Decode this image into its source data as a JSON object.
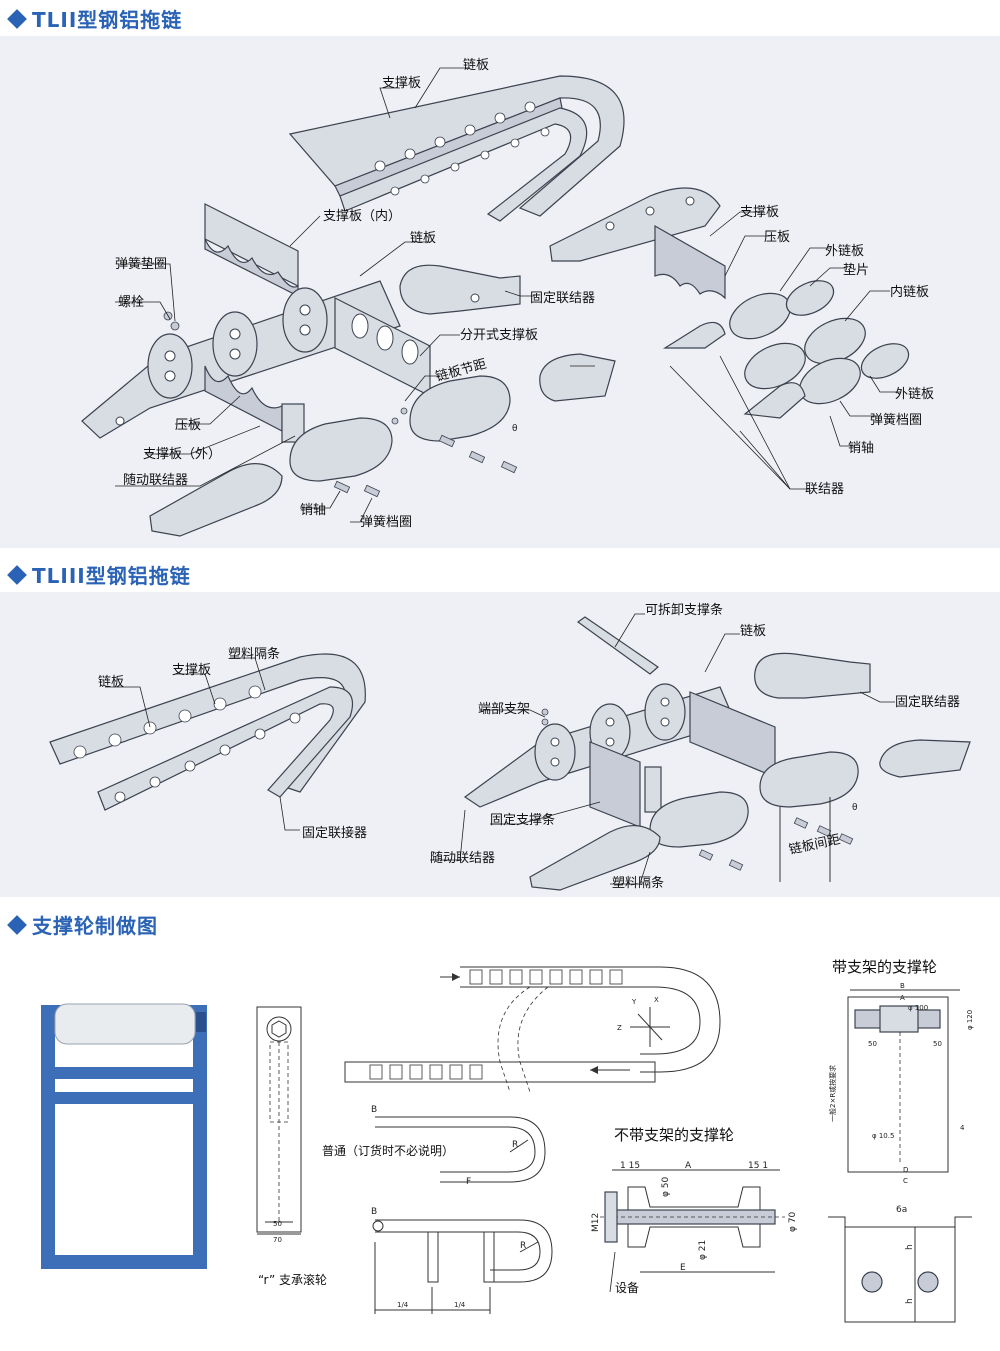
{
  "sections": {
    "tl2": {
      "title": "TLII型钢铝拖链",
      "labels": {
        "lianban_top": "链板",
        "zhichengban_top": "支撑板",
        "zhichengban_nei": "支撑板（内）",
        "lianban_mid": "链板",
        "tanhuangdianquan": "弹簧垫圈",
        "luoshuan": "螺栓",
        "guding_lianjieqi": "固定联结器",
        "fenkaishi_zhichengban": "分开式支撑板",
        "lianban_jieju": "链板节距",
        "yaban": "压板",
        "zhichengban_wai": "支撑板（外）",
        "suidong_lianjieqi": "随动联结器",
        "xiaozhou": "销轴",
        "tanhuang_dangquan": "弹簧档圈",
        "zhichengban_r": "支撑板",
        "yaban_r": "压板",
        "wai_lianban": "外链板",
        "dianpian": "垫片",
        "nei_lianban": "内链板",
        "wai_lianban2": "外链板",
        "tanhuang_dangquan_r": "弹簧档圈",
        "xiaozhou_r": "销轴",
        "lianjieqi": "联结器",
        "theta": "θ"
      }
    },
    "tl3": {
      "title": "TLIII型钢铝拖链",
      "labels": {
        "lianban": "链板",
        "zhichengban": "支撑板",
        "suliao_getiao": "塑料隔条",
        "guding_lianjieqi": "固定联接器",
        "kechaixie_zhichengtiao": "可拆卸支撑条",
        "lianban_r": "链板",
        "duanbu_zhijia": "端部支架",
        "guding_lianjieqi_r": "固定联结器",
        "guding_zhichengtiao": "固定支撑条",
        "suidong_lianjieqi": "随动联结器",
        "suliao_getiao_r": "塑料隔条",
        "lianban_jianju": "链板间距",
        "theta": "θ"
      }
    },
    "wheel": {
      "title": "支撑轮制做图",
      "labels": {
        "with_bracket": "带支架的支撑轮",
        "without_bracket": "不带支架的支撑轮",
        "normal": "普通（订货时不必说明）",
        "r_roller": "“r” 支承滚轮",
        "equipment": "设备",
        "dim_50": "50",
        "dim_70": "70",
        "dim_B": "B",
        "dim_F": "F",
        "dim_R": "R",
        "dim_R2": "R",
        "dim_B2": "B",
        "dim_quarter1": "1/4",
        "dim_quarter2": "1/4",
        "dim_A": "A",
        "dim_E": "E",
        "dim_15a": "1  15",
        "dim_15b": "15  1",
        "dim_phi50": "φ 50",
        "dim_phi21": "φ 21",
        "dim_phi70": "φ 70",
        "dim_M12": "M12",
        "br_B": "B",
        "br_A": "A",
        "br_phi100": "φ 100",
        "br_phi120": "φ 120",
        "br_50a": "50",
        "br_50b": "50",
        "br_phi10": "φ 10.5",
        "br_D": "D",
        "br_C": "C",
        "br_4": "4",
        "br_6a": "6a",
        "br_h1": "h",
        "br_h2": "h",
        "axis_x": "X",
        "axis_y": "Y",
        "axis_z": "Z",
        "side_text": "一般2×R或按要求"
      }
    }
  },
  "colors": {
    "title_blue": "#2a63b5",
    "panel_bg": "#eef0f5",
    "frame_blue": "#3d6fb8"
  }
}
